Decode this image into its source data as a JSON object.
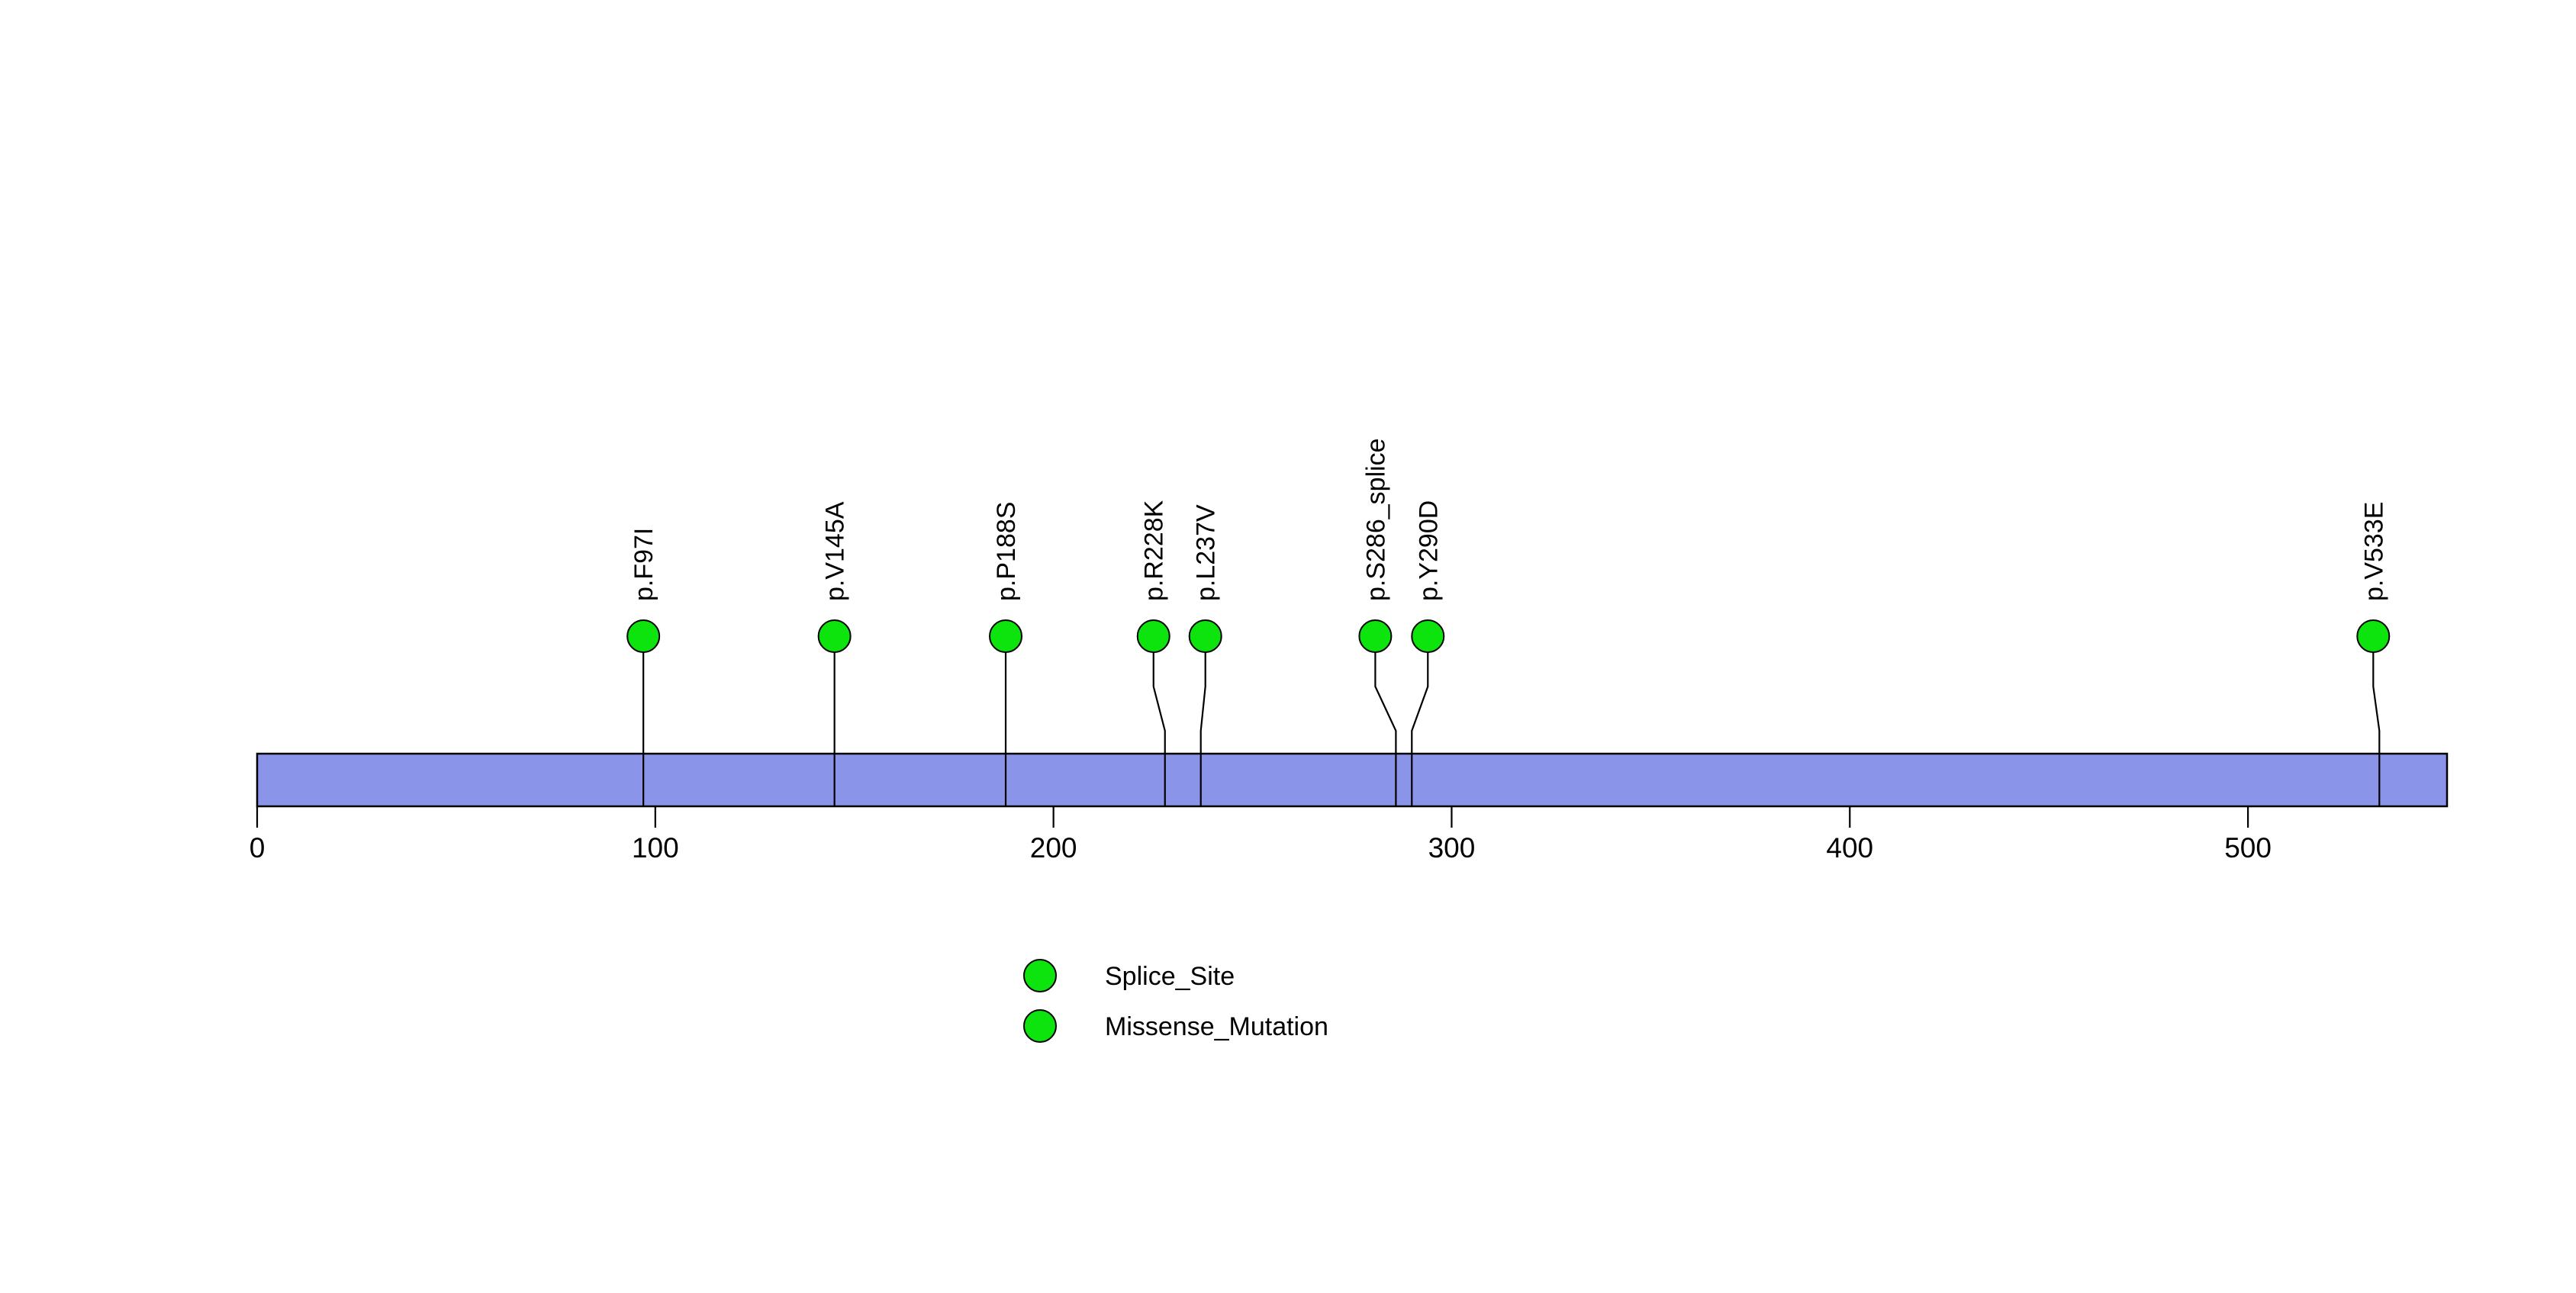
{
  "chart_data": {
    "type": "lollipop",
    "title": "",
    "xlabel": "",
    "ylabel": "",
    "xlim": [
      0,
      550
    ],
    "x_ticks": [
      0,
      100,
      200,
      300,
      400,
      500
    ],
    "grid": false,
    "background_color": "#ffffff",
    "protein_bar": {
      "start": 0,
      "end": 550,
      "fill_color": "#8A94E8",
      "border_color": "#000000"
    },
    "points": [
      {
        "label": "p.F97I",
        "x": 97,
        "type": "Missense_Mutation",
        "color": "#0DE40D",
        "circle_dx": 0
      },
      {
        "label": "p.V145A",
        "x": 145,
        "type": "Missense_Mutation",
        "color": "#0DE40D",
        "circle_dx": 0
      },
      {
        "label": "p.P188S",
        "x": 188,
        "type": "Missense_Mutation",
        "color": "#0DE40D",
        "circle_dx": 0
      },
      {
        "label": "p.R228K",
        "x": 228,
        "type": "Missense_Mutation",
        "color": "#0DE40D",
        "circle_dx": -15
      },
      {
        "label": "p.L237V",
        "x": 237,
        "type": "Missense_Mutation",
        "color": "#0DE40D",
        "circle_dx": 6
      },
      {
        "label": "p.S286_splice",
        "x": 286,
        "type": "Splice_Site",
        "color": "#0DE40D",
        "circle_dx": -27
      },
      {
        "label": "p.Y290D",
        "x": 290,
        "type": "Missense_Mutation",
        "color": "#0DE40D",
        "circle_dx": 21
      },
      {
        "label": "p.V533E",
        "x": 533,
        "type": "Missense_Mutation",
        "color": "#0DE40D",
        "circle_dx": -8
      }
    ],
    "legend": {
      "position": "bottom",
      "entries": [
        {
          "label": "Splice_Site",
          "color": "#0DE40D"
        },
        {
          "label": "Missense_Mutation",
          "color": "#0DE40D"
        }
      ]
    },
    "stroke_color": "#000000"
  }
}
